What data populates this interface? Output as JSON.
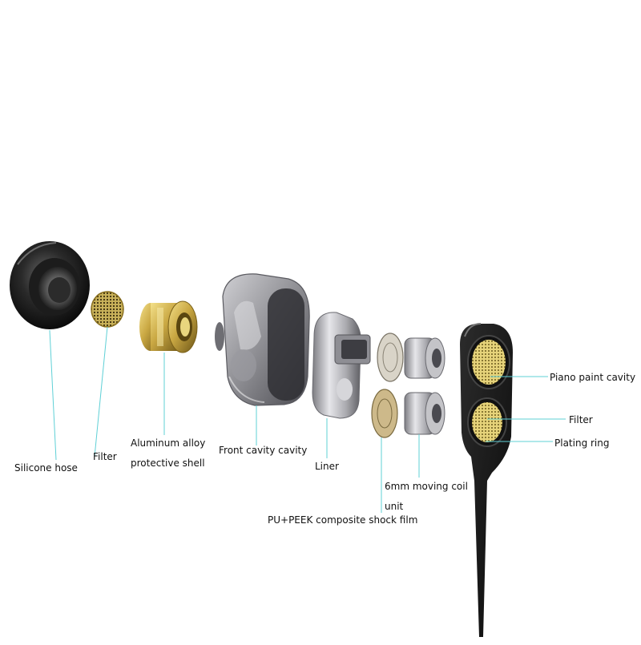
{
  "labels": {
    "silicone_hose": "Silicone hose",
    "filter_left": "Filter",
    "aluminum_line1": "Aluminum alloy",
    "aluminum_line2": "protective shell",
    "front_cavity": "Front cavity cavity",
    "liner": "Liner",
    "moving_coil_line1": "6mm moving coil",
    "moving_coil_line2": "unit",
    "shock_film": "PU+PEEK composite shock film",
    "piano_paint": "Piano paint cavity",
    "filter_right": "Filter",
    "plating_ring": "Plating ring"
  },
  "colors": {
    "leader_line": "#5fd0d6",
    "background": "#ffffff",
    "silicone": "#1a1a1a",
    "brass": "#c9a742",
    "metal": "#b8b8bc"
  }
}
